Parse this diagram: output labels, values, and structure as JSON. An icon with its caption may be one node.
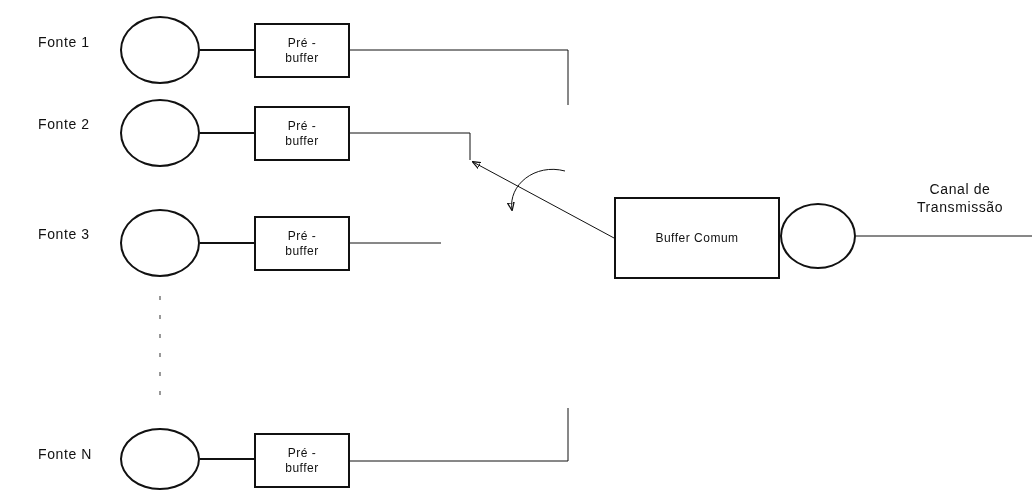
{
  "diagram": {
    "nodes": [
      {
        "text": [],
        "shape": "circle",
        "beside": [
          "Fonte 1"
        ]
      },
      {
        "text": [
          "Pré - buffer"
        ]
      },
      {
        "text": [],
        "shape": "circle",
        "beside": [
          "Fonte 2"
        ]
      },
      {
        "text": [
          "Pré - buffer"
        ]
      },
      {
        "text": [],
        "shape": "circle",
        "beside": [
          "Fonte 3"
        ]
      },
      {
        "text": [
          "Pré - buffer"
        ]
      },
      {
        "text": [],
        "shape": "circle",
        "beside": [
          "Fonte N"
        ]
      },
      {
        "text": [
          "Pré - buffer"
        ]
      },
      {
        "text": [
          "Buffer Comum"
        ]
      },
      {
        "text": [],
        "shape": "circle"
      }
    ],
    "edges": [
      {
        "from": 0,
        "to": 1,
        "arrow": "none"
      },
      {
        "from": 2,
        "to": 3,
        "arrow": "none"
      },
      {
        "from": 4,
        "to": 5,
        "arrow": "none"
      },
      {
        "from": 6,
        "to": 7,
        "arrow": "none"
      },
      {
        "from": 1,
        "to": null,
        "arrow": "none"
      },
      {
        "from": 3,
        "to": null,
        "arrow": "none"
      },
      {
        "from": 5,
        "to": null,
        "arrow": "none"
      },
      {
        "from": 7,
        "to": null,
        "arrow": "none"
      },
      {
        "from": 8,
        "to": null,
        "arrow": "to"
      },
      {
        "from": 9,
        "to": null,
        "arrow": "none"
      }
    ],
    "labels": [
      "Canal de Transmissão"
    ]
  }
}
